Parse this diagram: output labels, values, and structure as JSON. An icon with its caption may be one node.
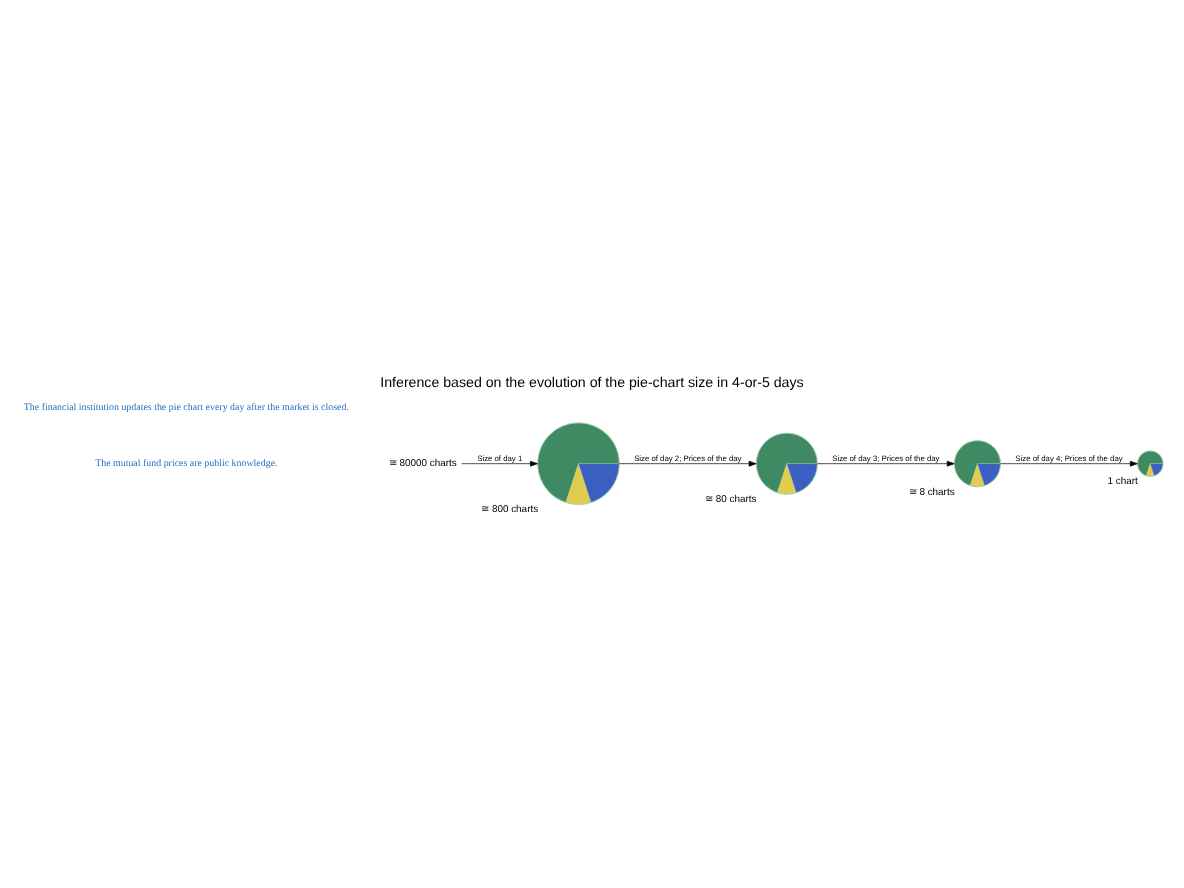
{
  "diagram": {
    "title": "Inference based on the evolution of the pie-chart size in 4-or-5 days",
    "nodes": [
      {
        "text": [
          "≅ 80000 charts"
        ]
      },
      {
        "text": [],
        "shape": "picture",
        "beside": [
          "≅ 800 charts"
        ]
      },
      {
        "text": [],
        "shape": "picture",
        "beside": [
          "≅ 80 charts"
        ]
      },
      {
        "text": [],
        "shape": "picture",
        "beside": [
          "≅ 8 charts"
        ]
      },
      {
        "text": [],
        "shape": "picture",
        "beside": [
          "1 chart"
        ]
      }
    ],
    "edges": [
      {
        "from": 0,
        "to": 1,
        "arrow": "to",
        "label": "Size of day 1"
      },
      {
        "from": 1,
        "to": 2,
        "arrow": "to",
        "label": "Size of day 2; Prices of the day"
      },
      {
        "from": 2,
        "to": 3,
        "arrow": "to",
        "label": "Size of day 3; Prices of the day"
      },
      {
        "from": 3,
        "to": 4,
        "arrow": "to",
        "label": "Size of day 4; Prices of the day"
      }
    ],
    "labels": [
      "The financial institution updates the pie chart every day after the market is closed.",
      "The mutual fund prices are public knowledge."
    ]
  }
}
